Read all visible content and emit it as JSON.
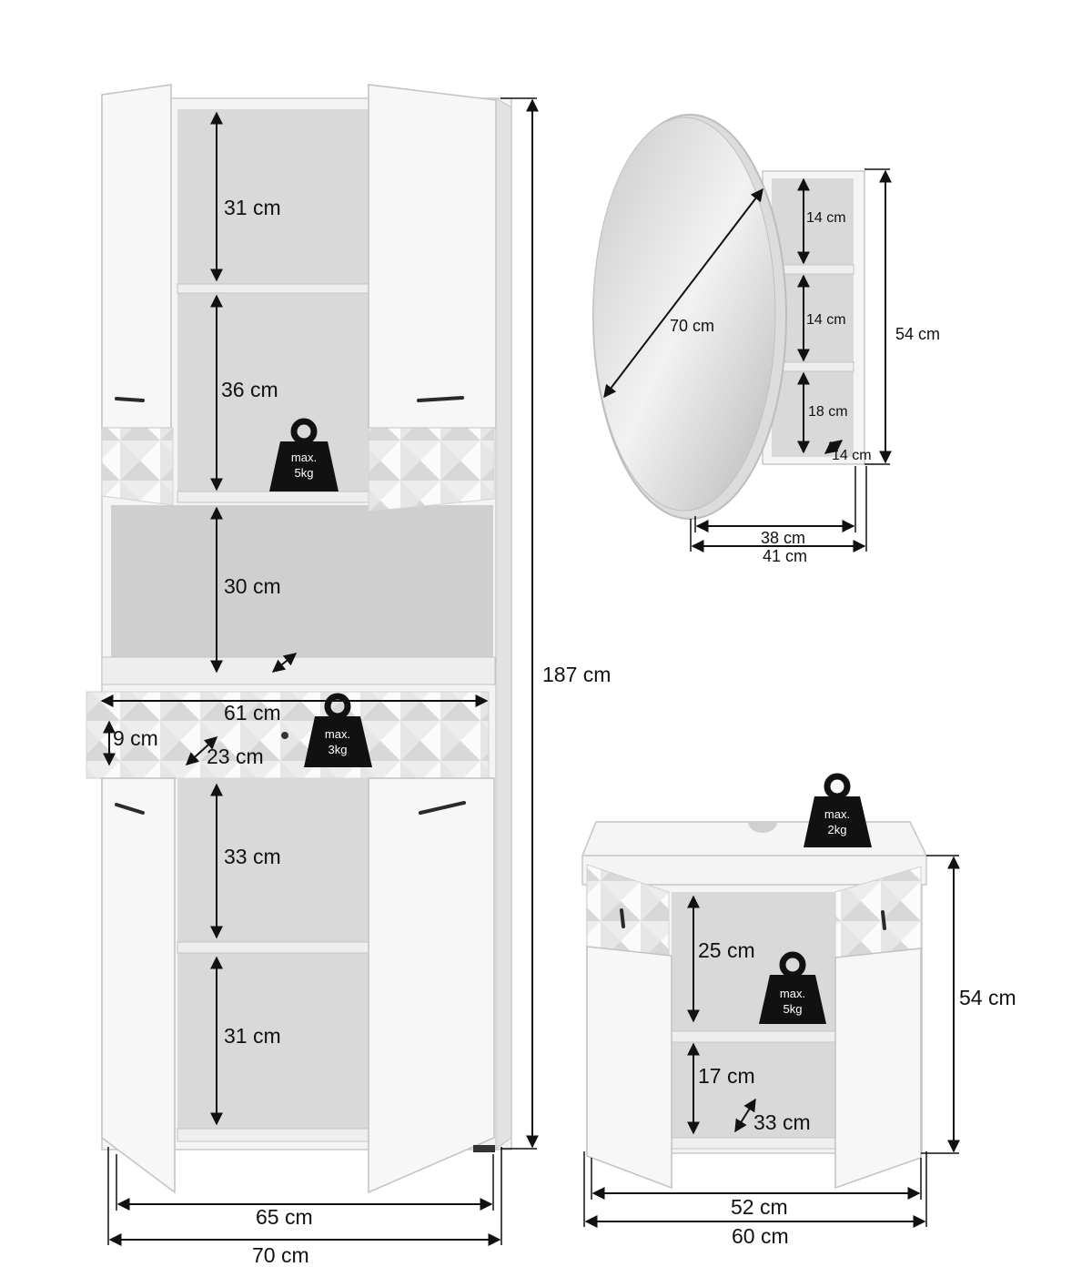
{
  "tall_cabinet": {
    "compartment_heights": [
      "31 cm",
      "36 cm",
      "30 cm",
      "33 cm",
      "31 cm"
    ],
    "niche_width": "61 cm",
    "drawer_height": "9 cm",
    "drawer_depth": "23 cm",
    "total_height": "187 cm",
    "inner_width": "65 cm",
    "total_width": "70 cm",
    "weight_shelf": {
      "line1": "max.",
      "line2": "5kg"
    },
    "weight_drawer": {
      "line1": "max.",
      "line2": "3kg"
    }
  },
  "mirror_cabinet": {
    "mirror_diameter": "70 cm",
    "shelf_heights": [
      "14 cm",
      "14 cm",
      "18 cm"
    ],
    "depth": "14 cm",
    "height": "54 cm",
    "inner_width": "38 cm",
    "outer_width": "41 cm"
  },
  "vanity_unit": {
    "weight_top": {
      "line1": "max.",
      "line2": "2kg"
    },
    "weight_shelf": {
      "line1": "max.",
      "line2": "5kg"
    },
    "upper_height": "25 cm",
    "lower_height": "17 cm",
    "depth": "33 cm",
    "height": "54 cm",
    "inner_width": "52 cm",
    "outer_width": "60 cm"
  }
}
